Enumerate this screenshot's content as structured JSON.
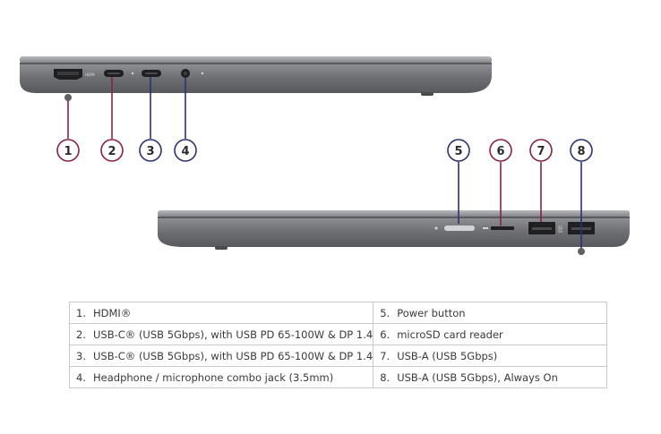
{
  "callouts": [
    "1",
    "2",
    "3",
    "4",
    "5",
    "6",
    "7",
    "8"
  ],
  "port_tags": {
    "hdmi": "HDMI",
    "usb_a_ss": "SS"
  },
  "colors": {
    "left_callouts": "#8a2144",
    "right_callouts": "#2c3270",
    "chassis": "#6d6e72",
    "chassis_light": "#9a9b9f"
  },
  "ports": [
    {
      "num": "1.",
      "label": "HDMI®"
    },
    {
      "num": "2.",
      "label": "USB-C® (USB 5Gbps), with USB PD 65-100W & DP 1.4"
    },
    {
      "num": "3.",
      "label": "USB-C® (USB 5Gbps), with USB PD 65-100W & DP 1.4"
    },
    {
      "num": "4.",
      "label": "Headphone / microphone combo jack (3.5mm)"
    },
    {
      "num": "5.",
      "label": "Power button"
    },
    {
      "num": "6.",
      "label": "microSD card reader"
    },
    {
      "num": "7.",
      "label": "USB-A (USB 5Gbps)"
    },
    {
      "num": "8.",
      "label": "USB-A (USB 5Gbps), Always On"
    }
  ]
}
